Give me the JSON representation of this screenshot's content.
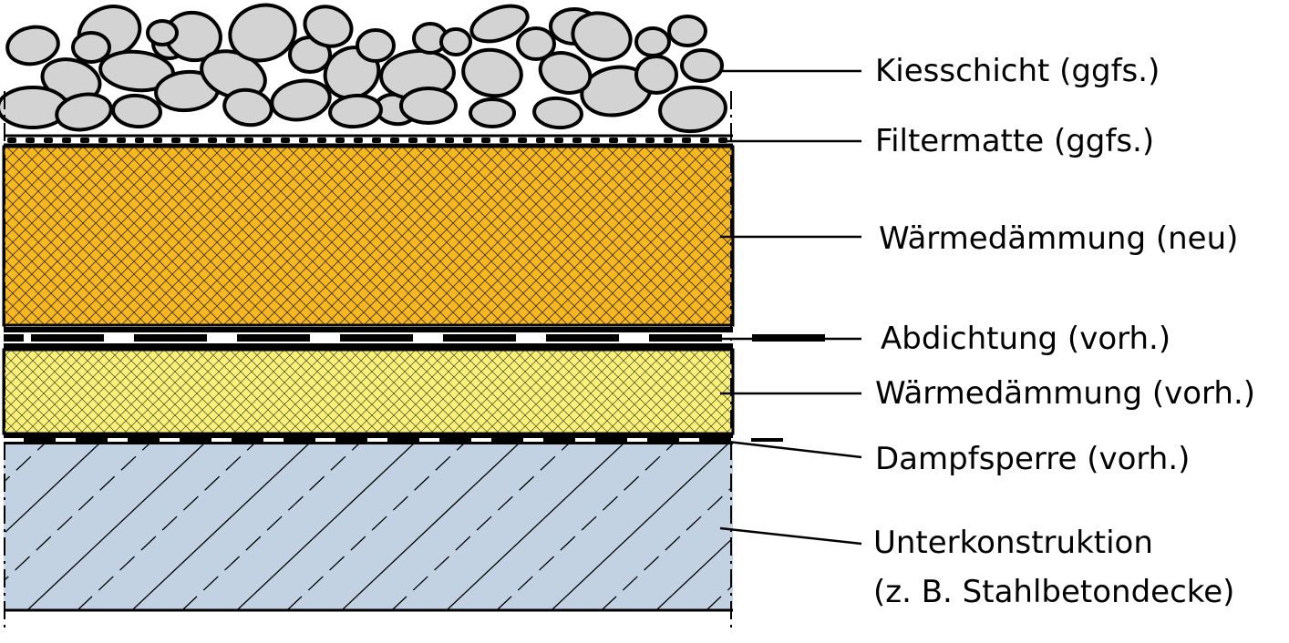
{
  "colors": {
    "gravel_fill": "#d3d3d3",
    "insulation_new": "#f7b81f",
    "insulation_existing": "#f8f07a",
    "substructure": "#c3d2e3",
    "line": "#000000"
  },
  "layers": [
    {
      "key": "gravel",
      "label": "Kiesschicht (ggfs.)"
    },
    {
      "key": "filter",
      "label": "Filtermatte (ggfs.)"
    },
    {
      "key": "insulation_new",
      "label": "Wärmedämmung (neu)"
    },
    {
      "key": "sealing",
      "label": "Abdichtung (vorh.)"
    },
    {
      "key": "insulation_existing",
      "label": "Wärmedämmung (vorh.)"
    },
    {
      "key": "vapor_barrier",
      "label": "Dampfsperre (vorh.)"
    },
    {
      "key": "substructure",
      "label": "Unterkonstruktion",
      "label2": "(z. B. Stahlbetondecke)"
    }
  ]
}
